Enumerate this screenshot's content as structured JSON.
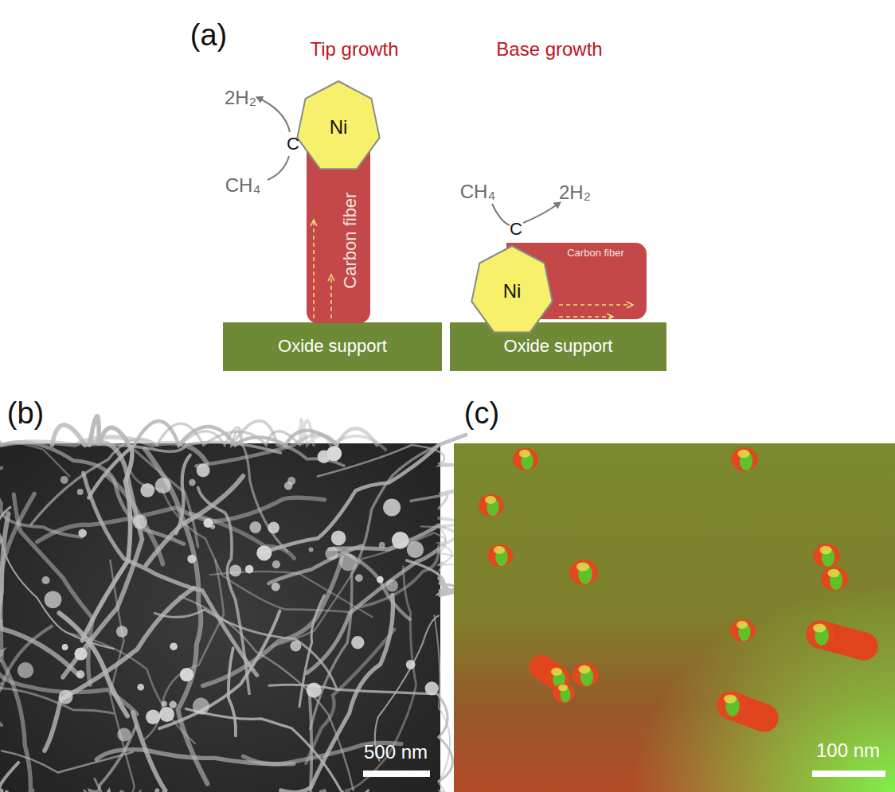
{
  "diagram": {
    "nodes": [
      {
        "text": [
          "Ni"
        ]
      },
      {
        "text": [
          "Carbon fiber"
        ]
      },
      {
        "text": [
          "Oxide support"
        ]
      },
      {
        "text": [
          "Ni"
        ]
      },
      {
        "text": [
          "Carbon fiber"
        ]
      },
      {
        "text": [
          "Oxide support"
        ]
      }
    ],
    "labels": [
      "(a)",
      "Tip growth",
      "Base growth",
      "2H₂",
      "C",
      "CH₄",
      "CH₄",
      "C",
      "2H₂",
      "(b)",
      "(c)",
      "500 nm",
      "100 nm"
    ]
  }
}
